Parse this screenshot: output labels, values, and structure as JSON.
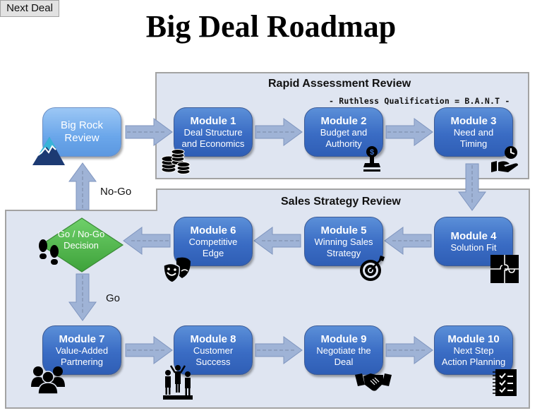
{
  "title": "Big Deal Roadmap",
  "regions": {
    "rapid": {
      "title": "Rapid Assessment Review",
      "subtitle": "- Ruthless Qualification = B.A.N.T -"
    },
    "sales": {
      "title": "Sales Strategy Review"
    }
  },
  "start": {
    "line1": "Big Rock",
    "line2": "Review",
    "icon": "mountain-icon"
  },
  "decision": {
    "line1": "Go / No-Go",
    "line2": "Decision",
    "icon": "footprints-icon"
  },
  "labels": {
    "next_deal": "Next Deal",
    "no_go": "No-Go",
    "go": "Go"
  },
  "modules": [
    {
      "title": "Module 1",
      "line1": "Deal Structure",
      "line2": "and Economics",
      "icon": "coins-icon"
    },
    {
      "title": "Module 2",
      "line1": "Budget and",
      "line2": "Authority",
      "icon": "money-stamp-icon"
    },
    {
      "title": "Module 3",
      "line1": "Need and",
      "line2": "Timing",
      "icon": "hand-clock-icon"
    },
    {
      "title": "Module 4",
      "line1": "Solution Fit",
      "line2": "",
      "icon": "puzzle-icon"
    },
    {
      "title": "Module 5",
      "line1": "Winning Sales",
      "line2": "Strategy",
      "icon": "target-icon"
    },
    {
      "title": "Module 6",
      "line1": "Competitive",
      "line2": "Edge",
      "icon": "theater-masks-icon"
    },
    {
      "title": "Module 7",
      "line1": "Value-Added",
      "line2": "Partnering",
      "icon": "group-icon"
    },
    {
      "title": "Module 8",
      "line1": "Customer",
      "line2": "Success",
      "icon": "podium-winners-icon"
    },
    {
      "title": "Module 9",
      "line1": "Negotiate the",
      "line2": "Deal",
      "icon": "handshake-icon"
    },
    {
      "title": "Module 10",
      "line1": "Next Step",
      "line2": "Action Planning",
      "icon": "checklist-icon"
    }
  ],
  "colors": {
    "module_blue": "#3a6cc4",
    "start_blue": "#6aa6ea",
    "decision_green": "#4cb748",
    "region_fill": "#dfe5f1",
    "arrow_fill": "#9fb3d6"
  }
}
